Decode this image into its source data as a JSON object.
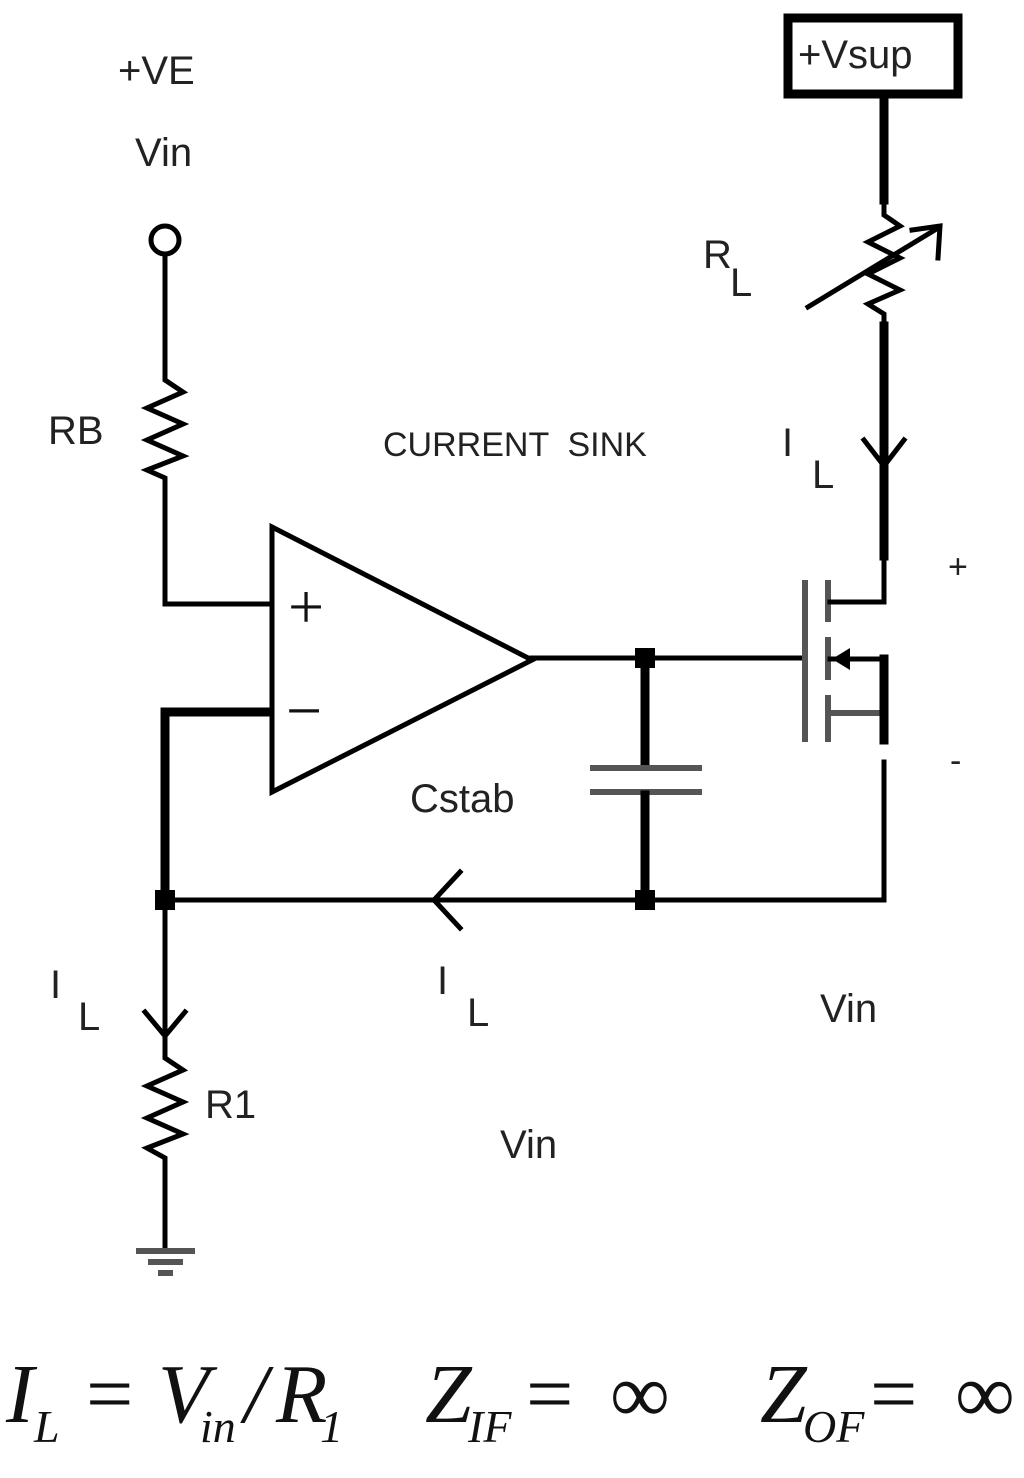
{
  "labels": {
    "ve": "+VE",
    "vin_top": "Vin",
    "rb": "RB",
    "current_sink": "CURRENT  SINK",
    "rl_main": "R",
    "rl_sub": "L",
    "vsup": "+Vsup",
    "il_top_main": "I",
    "il_top_sub": "L",
    "plus_right": "+",
    "minus_right": "-",
    "cstab": "Cstab",
    "il_left_main": "I",
    "il_left_sub": "L",
    "il_mid_main": "I",
    "il_mid_sub": "L",
    "vin_right": "Vin",
    "r1": "R1",
    "vin_bottom": "Vin",
    "opamp_plus": "+",
    "opamp_minus": "−"
  },
  "equation": {
    "il_main": "I",
    "il_sub": "L",
    "equals1": "=",
    "vin_main": "V",
    "vin_sub": "in",
    "slash": "/",
    "r_main": "R",
    "r_sub": "1",
    "zif_main": "Z",
    "zif_sub": "IF",
    "equals2": "=",
    "inf1": "∞",
    "zof_main": "Z",
    "zof_sub": "OF",
    "equals3": "=",
    "inf2": "∞"
  }
}
